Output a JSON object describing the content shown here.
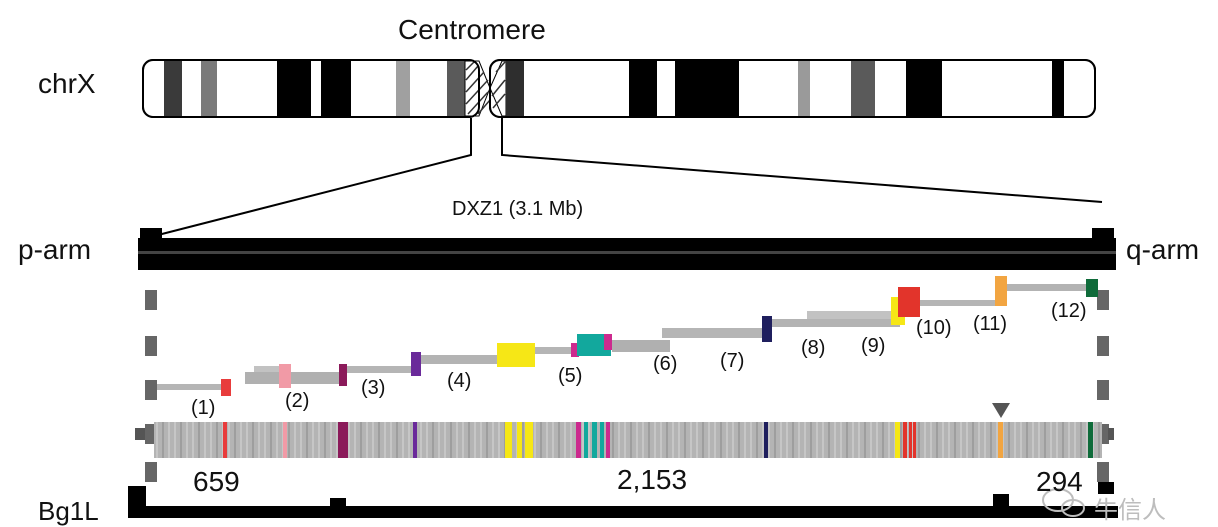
{
  "title": "Centromere",
  "chromosome": "chrX",
  "array_label": "DXZ1 (3.1 Mb)",
  "p_arm_label": "p-arm",
  "q_arm_label": "q-arm",
  "segments": [
    {
      "label": "(1)",
      "color": "#e83c3c"
    },
    {
      "label": "(2)",
      "color": "#f19aa6"
    },
    {
      "label": "(3)",
      "color": "#8b1a5a"
    },
    {
      "label": "(4)",
      "color": "#6a2a9a"
    },
    {
      "label": "(5)",
      "color": "#e8e01a"
    },
    {
      "label": "(6)",
      "color": "#12a89d"
    },
    {
      "label": "(7)",
      "color": "#1f1f5e"
    },
    {
      "label": "(8)",
      "color": "#9c9c9c"
    },
    {
      "label": "(9)",
      "color": "#f6e716"
    },
    {
      "label": "(10)",
      "color": "#e2342b"
    },
    {
      "label": "(11)",
      "color": "#f2a541"
    },
    {
      "label": "(12)",
      "color": "#0f6b3a"
    }
  ],
  "counts": [
    "659",
    "2,153",
    "294"
  ],
  "bottom_label": "Bg1L",
  "watermark": "牛信人"
}
